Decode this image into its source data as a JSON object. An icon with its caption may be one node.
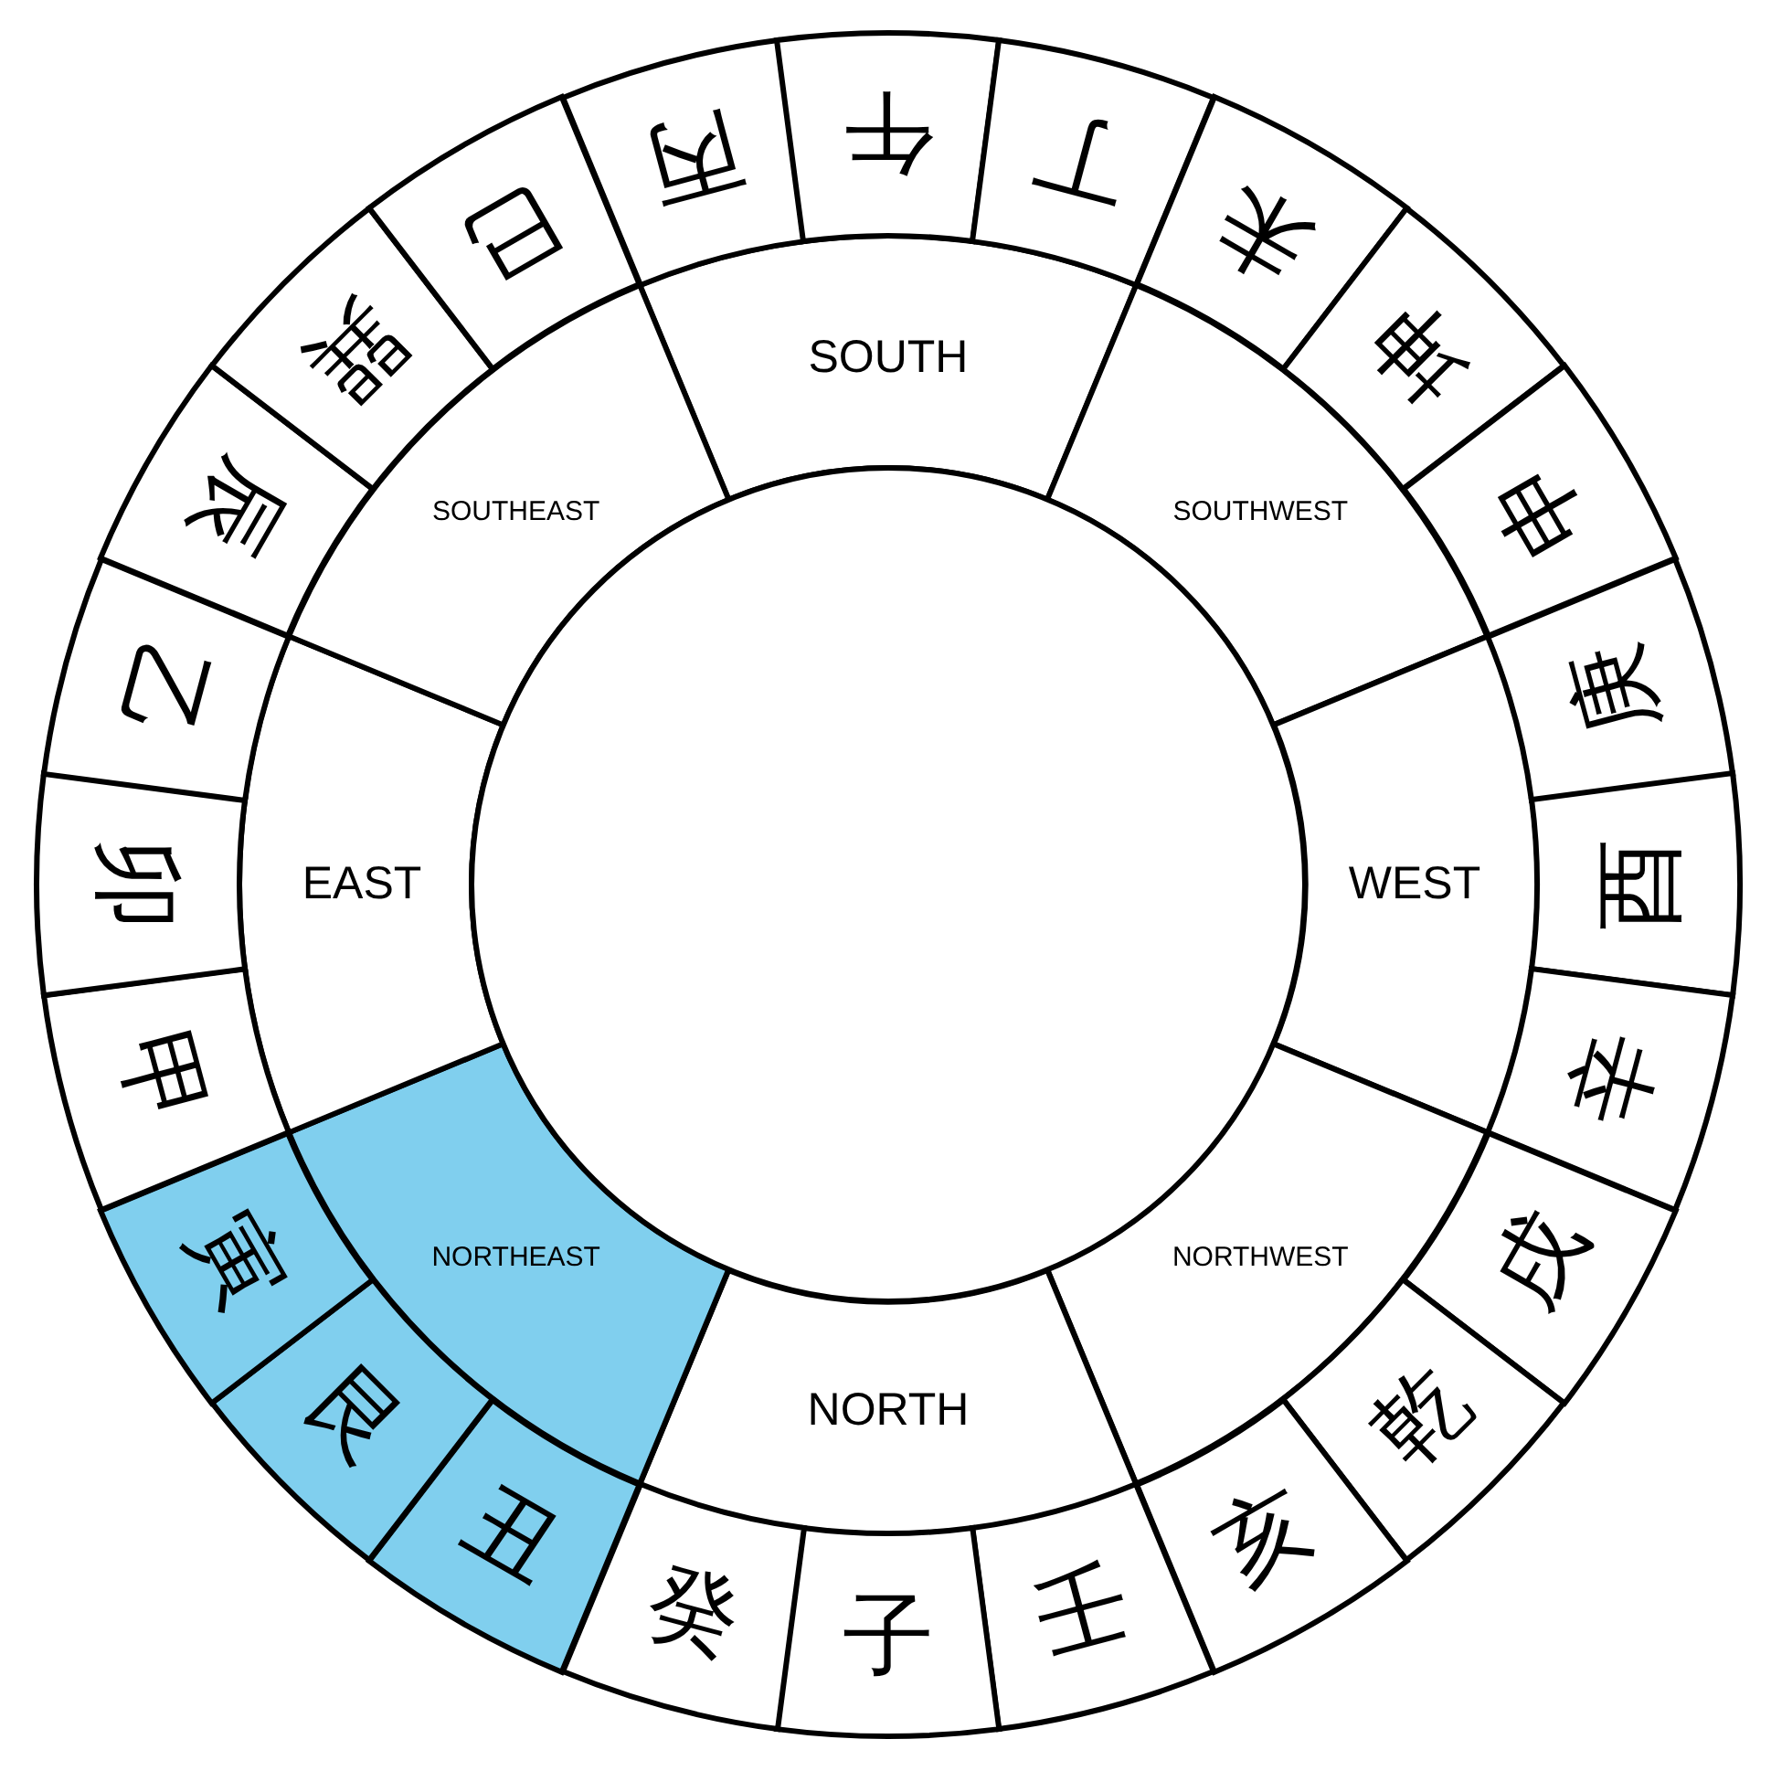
{
  "diagram": {
    "nodes": [
      {
        "text": [
          "SOUTH"
        ]
      },
      {
        "text": [
          "SOUTHWEST"
        ]
      },
      {
        "text": [
          "WEST"
        ]
      },
      {
        "text": [
          "NORTHWEST"
        ]
      },
      {
        "text": [
          "NORTH"
        ]
      },
      {
        "text": [
          "NORTHEAST"
        ]
      },
      {
        "text": [
          "EAST"
        ]
      },
      {
        "text": [
          "SOUTHEAST"
        ]
      },
      {
        "text": [
          "丙"
        ]
      },
      {
        "text": [
          "午"
        ]
      },
      {
        "text": [
          "丁"
        ]
      },
      {
        "text": [
          "未"
        ]
      },
      {
        "text": [
          "坤"
        ]
      },
      {
        "text": [
          "申"
        ]
      },
      {
        "text": [
          "庚"
        ]
      },
      {
        "text": [
          "酉"
        ]
      },
      {
        "text": [
          "辛"
        ]
      },
      {
        "text": [
          "戌"
        ]
      },
      {
        "text": [
          "乾"
        ]
      },
      {
        "text": [
          "亥"
        ]
      },
      {
        "text": [
          "壬"
        ]
      },
      {
        "text": [
          "子"
        ]
      },
      {
        "text": [
          "癸"
        ]
      },
      {
        "text": [
          "丑"
        ]
      },
      {
        "text": [
          "艮"
        ]
      },
      {
        "text": [
          "寅"
        ]
      },
      {
        "text": [
          "甲"
        ]
      },
      {
        "text": [
          "卯"
        ]
      },
      {
        "text": [
          "乙"
        ]
      },
      {
        "text": [
          "辰"
        ]
      },
      {
        "text": [
          "巽"
        ]
      },
      {
        "text": [
          "巳"
        ]
      },
      {
        "text": [],
        "shape": "circle"
      }
    ]
  }
}
